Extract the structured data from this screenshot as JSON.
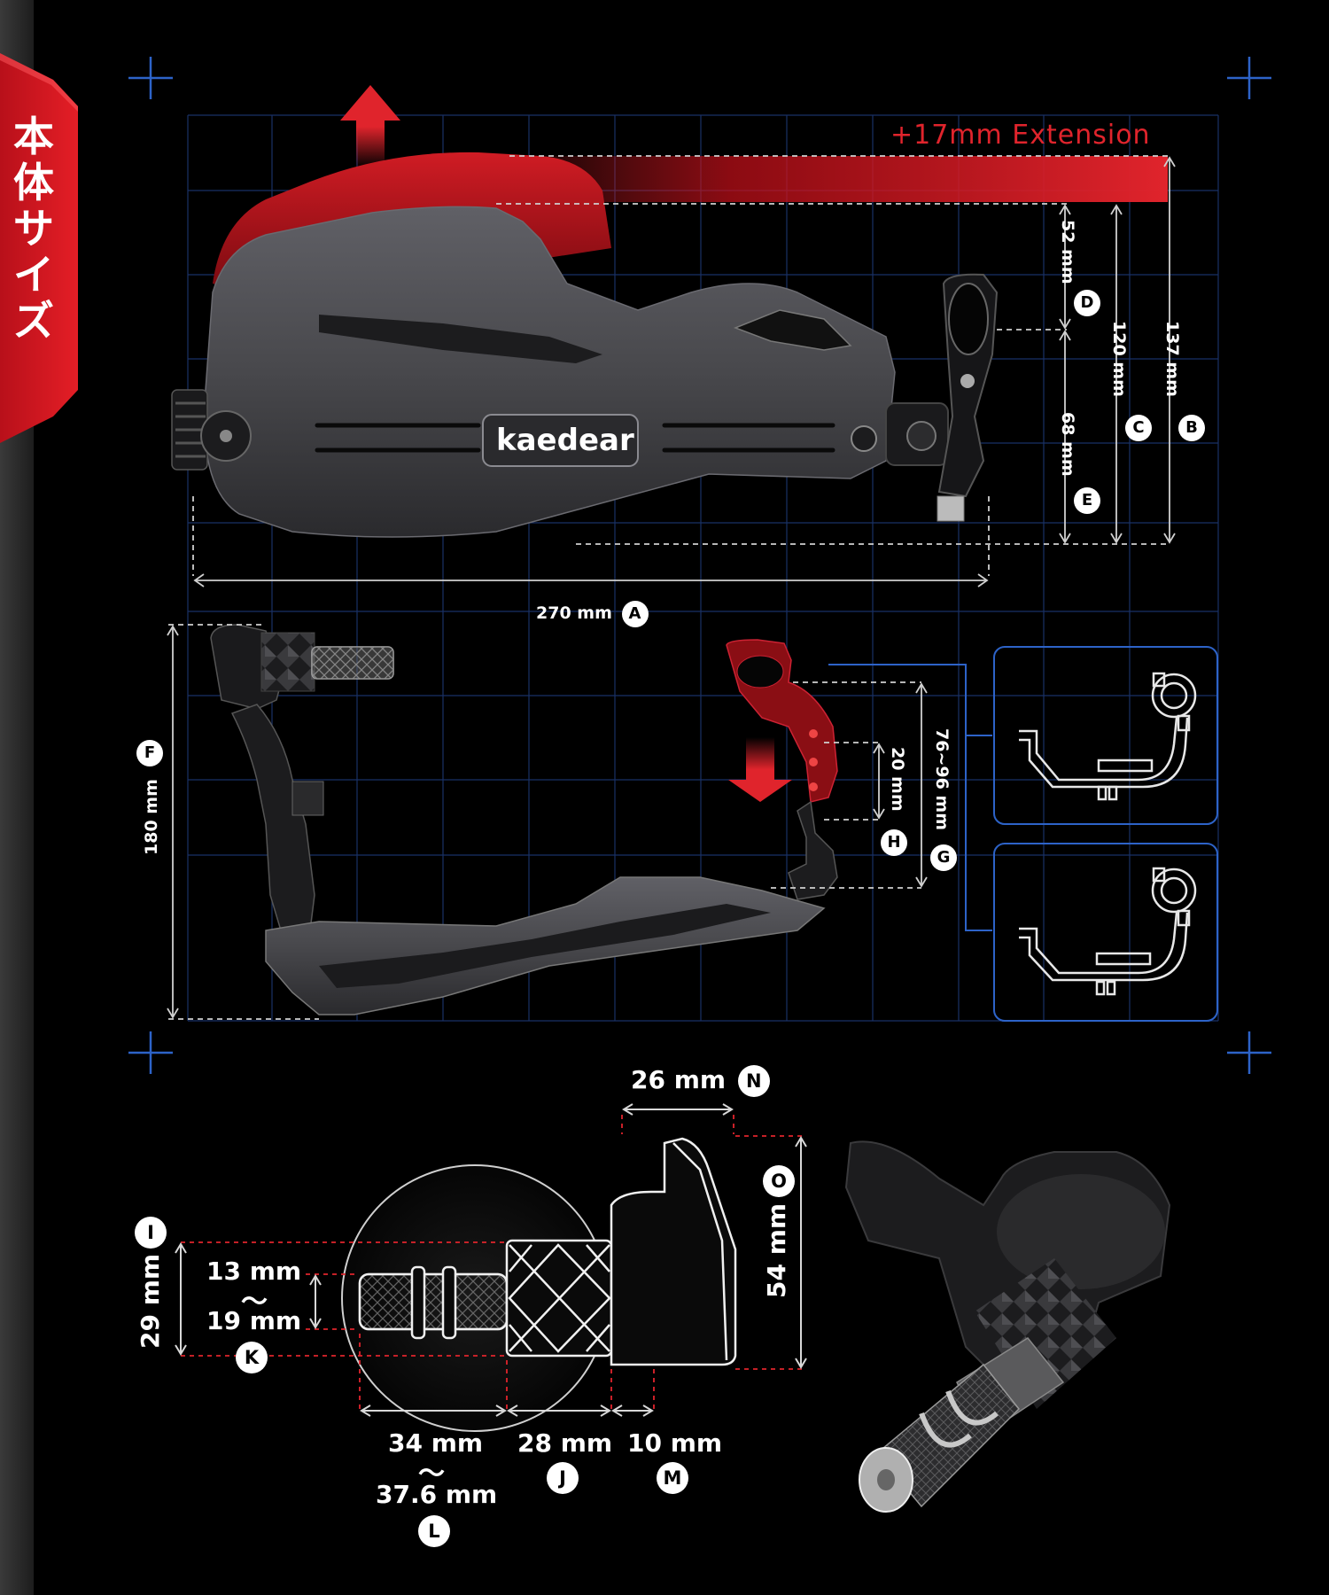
{
  "side_title": [
    "本",
    "体",
    "サ",
    "イ",
    "ズ"
  ],
  "extension_label": "+17mm Extension",
  "brand_logo": "kaedear",
  "dimensions": {
    "A": {
      "value": "270 mm",
      "badge": "A"
    },
    "B": {
      "value": "137 mm",
      "badge": "B"
    },
    "C": {
      "value": "120 mm",
      "badge": "C"
    },
    "D": {
      "value": "52 mm",
      "badge": "D"
    },
    "E": {
      "value": "68 mm",
      "badge": "E"
    },
    "F": {
      "value": "180 mm",
      "badge": "F"
    },
    "G": {
      "value": "76~96 mm",
      "badge": "G"
    },
    "H": {
      "value": "20 mm",
      "badge": "H"
    },
    "I": {
      "value": "29 mm",
      "badge": "I"
    },
    "J": {
      "value": "28 mm",
      "badge": "J"
    },
    "K": {
      "line1": "13 mm",
      "tilde": "～",
      "line2": "19 mm",
      "badge": "K"
    },
    "L": {
      "line1": "34 mm",
      "tilde": "～",
      "line2": "37.6 mm",
      "badge": "L"
    },
    "M": {
      "value": "10 mm",
      "badge": "M"
    },
    "N": {
      "value": "26 mm",
      "badge": "N"
    },
    "O": {
      "value": "54 mm",
      "badge": "O"
    }
  },
  "colors": {
    "accent_red": "#e0242c",
    "grid_blue": "#1e3a78",
    "background": "#000000",
    "product_gray": "#4a4a4e"
  }
}
